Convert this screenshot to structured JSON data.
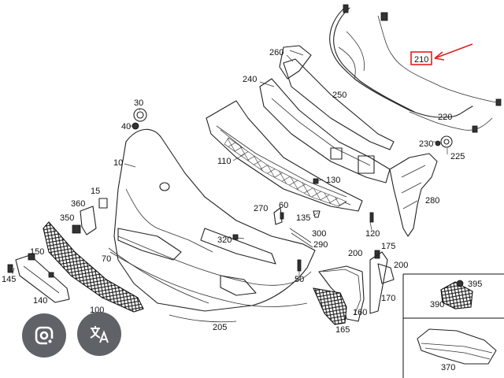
{
  "diagram": {
    "callouts": [
      {
        "id": "210",
        "highlighted": true
      },
      {
        "id": "260"
      },
      {
        "id": "240"
      },
      {
        "id": "250"
      },
      {
        "id": "220"
      },
      {
        "id": "30"
      },
      {
        "id": "40"
      },
      {
        "id": "10"
      },
      {
        "id": "110"
      },
      {
        "id": "230"
      },
      {
        "id": "225"
      },
      {
        "id": "130"
      },
      {
        "id": "280"
      },
      {
        "id": "15"
      },
      {
        "id": "360"
      },
      {
        "id": "350"
      },
      {
        "id": "270"
      },
      {
        "id": "60"
      },
      {
        "id": "135"
      },
      {
        "id": "300"
      },
      {
        "id": "290"
      },
      {
        "id": "120"
      },
      {
        "id": "320"
      },
      {
        "id": "150"
      },
      {
        "id": "70"
      },
      {
        "id": "200"
      },
      {
        "id": "175"
      },
      {
        "id": "200"
      },
      {
        "id": "145"
      },
      {
        "id": "50"
      },
      {
        "id": "170"
      },
      {
        "id": "395"
      },
      {
        "id": "140"
      },
      {
        "id": "100"
      },
      {
        "id": "160"
      },
      {
        "id": "390"
      },
      {
        "id": "205"
      },
      {
        "id": "165"
      },
      {
        "id": "370"
      }
    ],
    "highlight_color": "#e02020"
  },
  "overlay": {
    "lens_icon": "google-lens-icon",
    "translate_icon": "translate-icon",
    "button_color": "#5f6368"
  }
}
